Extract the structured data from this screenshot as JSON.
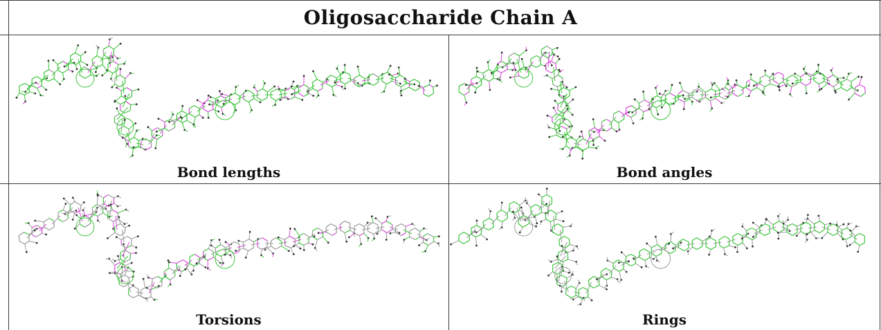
{
  "title": "Oligosaccharide Chain A",
  "panels": [
    {
      "label": "Bond lengths",
      "scheme": "lengths"
    },
    {
      "label": "Bond angles",
      "scheme": "angles"
    },
    {
      "label": "Torsions",
      "scheme": "torsions"
    },
    {
      "label": "Rings",
      "scheme": "rings"
    }
  ],
  "colors": {
    "ok": "#3cc43c",
    "flag": "#d84ad8",
    "neutral": "#9a9a9a",
    "dark": "#333333",
    "grid": "#3a3a3a"
  }
}
